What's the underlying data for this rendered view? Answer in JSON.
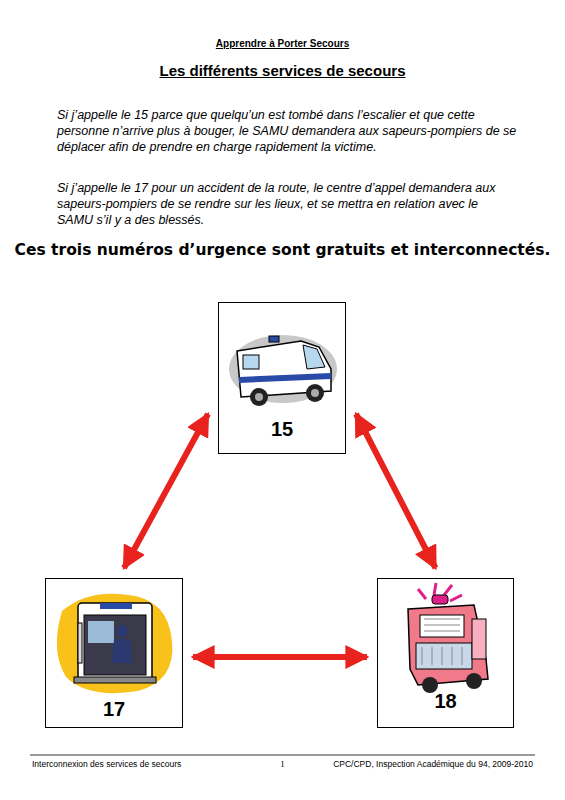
{
  "diagram": {
    "title": "Les différents services de secours",
    "nodes": [
      {
        "text": [
          "15"
        ]
      },
      {
        "text": [
          "17"
        ]
      },
      {
        "text": [
          "18"
        ]
      }
    ],
    "edges": [
      {
        "from": 0,
        "to": 1,
        "arrow": "both"
      },
      {
        "from": 0,
        "to": 2,
        "arrow": "both"
      },
      {
        "from": 1,
        "to": 2,
        "arrow": "both"
      }
    ],
    "labels": [
      "Apprendre à Porter Secours",
      "Si j’appelle le 15 parce que quelqu’un est tombé dans l’escalier et que cette personne n’arrive plus à bouger, le SAMU demandera aux sapeurs-pompiers de se déplacer afin de prendre en charge rapidement la victime.",
      "Si j’appelle le 17 pour un accident de la route, le centre d’appel demandera aux sapeurs-pompiers de se rendre sur les lieux, et se mettra en relation avec le SAMU s’il y a des blessés.",
      "Ces trois numéros d’urgence sont gratuits et interconnectés.",
      "Interconnexion des services de secours",
      "1",
      "CPC/CPD, Inspection Académique du 94, 2009-2010"
    ]
  }
}
